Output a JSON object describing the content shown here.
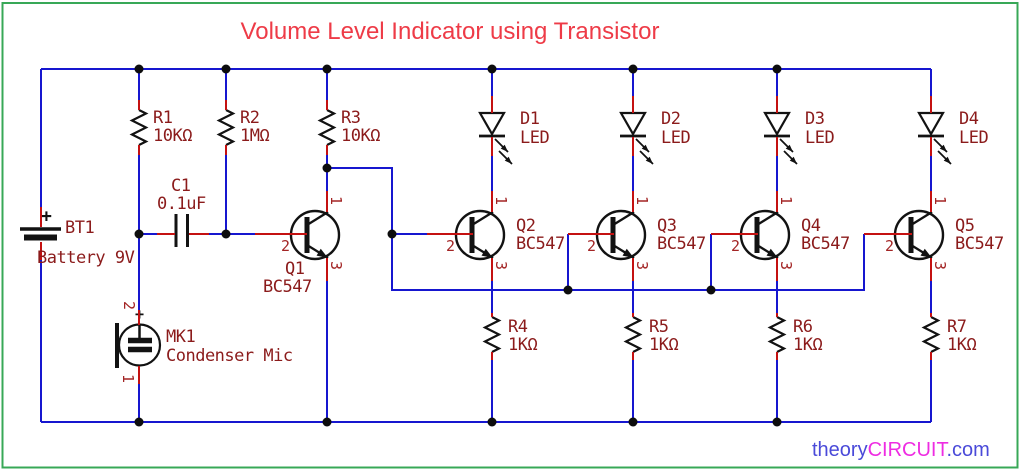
{
  "title": "Volume Level Indicator using Transistor",
  "brand": {
    "part1": "theory",
    "part2": "CIRCUIT",
    "part3": ".com"
  },
  "components": {
    "battery": {
      "ref": "BT1",
      "value": "Battery 9V",
      "plus": "+"
    },
    "capacitor": {
      "ref": "C1",
      "value": "0.1uF"
    },
    "mic": {
      "ref": "MK1",
      "value": "Condenser Mic",
      "plus": "+",
      "pin_top": "2",
      "pin_bottom": "1"
    },
    "resistors": [
      {
        "ref": "R1",
        "value": "10KΩ"
      },
      {
        "ref": "R2",
        "value": "1MΩ"
      },
      {
        "ref": "R3",
        "value": "10KΩ"
      },
      {
        "ref": "R4",
        "value": "1KΩ"
      },
      {
        "ref": "R5",
        "value": "1KΩ"
      },
      {
        "ref": "R6",
        "value": "1KΩ"
      },
      {
        "ref": "R7",
        "value": "1KΩ"
      }
    ],
    "leds": [
      {
        "ref": "D1",
        "value": "LED"
      },
      {
        "ref": "D2",
        "value": "LED"
      },
      {
        "ref": "D3",
        "value": "LED"
      },
      {
        "ref": "D4",
        "value": "LED"
      }
    ],
    "transistors": [
      {
        "ref": "Q1",
        "value": "BC547",
        "pin_collector": "1",
        "pin_base": "2",
        "pin_emitter": "3"
      },
      {
        "ref": "Q2",
        "value": "BC547",
        "pin_collector": "1",
        "pin_base": "2",
        "pin_emitter": "3"
      },
      {
        "ref": "Q3",
        "value": "BC547",
        "pin_collector": "1",
        "pin_base": "2",
        "pin_emitter": "3"
      },
      {
        "ref": "Q4",
        "value": "BC547",
        "pin_collector": "1",
        "pin_base": "2",
        "pin_emitter": "3"
      },
      {
        "ref": "Q5",
        "value": "BC547",
        "pin_collector": "1",
        "pin_base": "2",
        "pin_emitter": "3"
      }
    ]
  },
  "colors": {
    "wire_blue": "#1616cf",
    "pin_red": "#c41111",
    "label_maroon": "#8b1b1b",
    "title_red": "#ee3b47",
    "border_green": "#38a857",
    "brand_blue": "#4a4ad9",
    "brand_magenta": "#ee2ce2"
  }
}
